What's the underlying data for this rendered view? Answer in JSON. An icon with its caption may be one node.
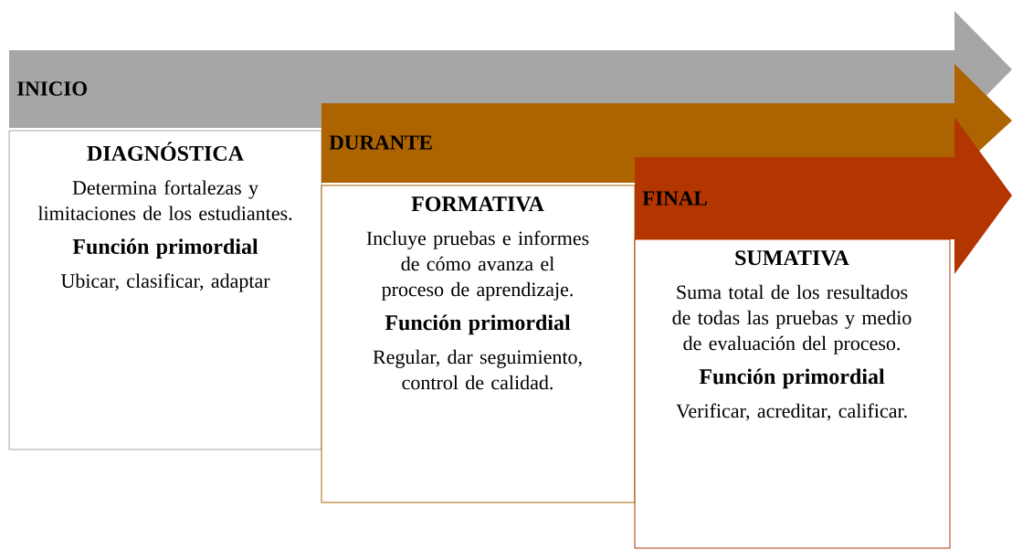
{
  "diagram": {
    "nodes": [
      {
        "text": [
          "INICIO"
        ]
      },
      {
        "text": [
          "DIAGNÓSTICA",
          "Determina fortalezas y limitaciones de los estudiantes.",
          "Función primordial",
          "Ubicar, clasificar, adaptar"
        ]
      },
      {
        "text": [
          "DURANTE"
        ]
      },
      {
        "text": [
          "FORMATIVA",
          "Incluye pruebas e informes de cómo avanza el proceso de aprendizaje.",
          "Función primordial",
          "Regular, dar seguimiento, control de calidad."
        ]
      },
      {
        "text": [
          "FINAL"
        ]
      },
      {
        "text": [
          "SUMATIVA",
          "Suma total de los resultados de todas las pruebas y medio de evaluación del proceso.",
          "Función primordial",
          "Verificar, acreditar, calificar."
        ]
      }
    ]
  }
}
